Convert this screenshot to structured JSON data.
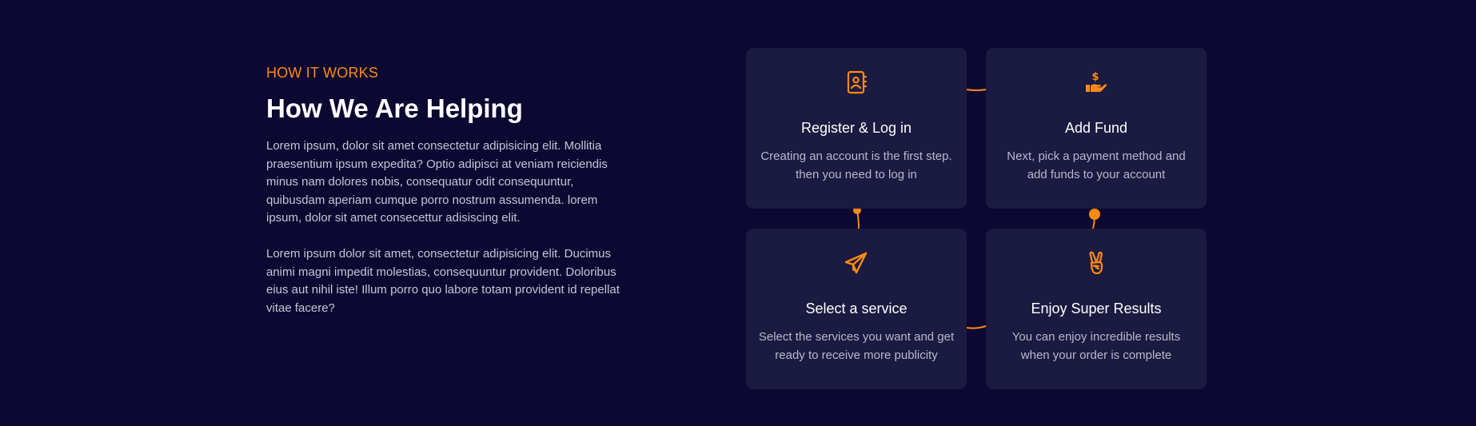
{
  "section": {
    "eyebrow": "HOW IT WORKS",
    "title": "How We Are Helping",
    "paragraphs": [
      "Lorem ipsum, dolor sit amet consectetur adipisicing elit. Mollitia praesentium ipsum expedita? Optio adipisci at veniam reiciendis minus nam dolores nobis, consequatur odit consequuntur, quibusdam aperiam cumque porro nostrum assumenda. lorem ipsum, dolor sit amet consecettur adisiscing elit.",
      "Lorem ipsum dolor sit amet, consectetur adipisicing elit. Ducimus animi magni impedit molestias, consequuntur provident. Doloribus eius aut nihil iste! Illum porro quo labore totam provident id repellat vitae facere?"
    ]
  },
  "steps": [
    {
      "icon": "contact-book-icon",
      "title": "Register & Log in",
      "description": "Creating an account is the first step. then you need to log in"
    },
    {
      "icon": "hand-dollar-icon",
      "title": "Add Fund",
      "description": "Next, pick a payment method and add funds to your account"
    },
    {
      "icon": "paper-plane-icon",
      "title": "Select a service",
      "description": "Select the services you want and get ready to receive more publicity"
    },
    {
      "icon": "victory-hand-icon",
      "title": "Enjoy Super Results",
      "description": "You can enjoy incredible results when your order is complete"
    }
  ],
  "colors": {
    "background": "#0c0831",
    "card": "#1b1a40",
    "accent": "#ff8b13",
    "heading": "#ffffff",
    "body_text": "#c7c6d7"
  }
}
